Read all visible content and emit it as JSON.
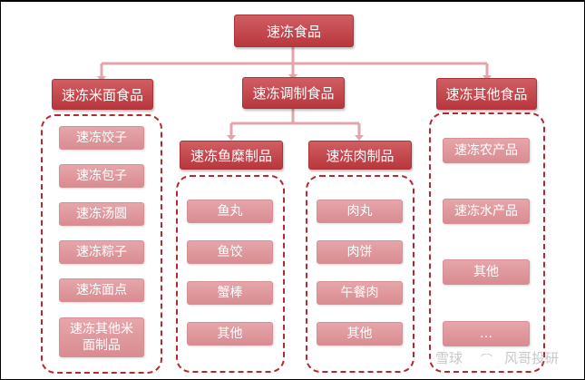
{
  "root": "速冻食品",
  "categories": {
    "rice_noodle": {
      "label": "速冻米面食品",
      "items": [
        "速冻饺子",
        "速冻包子",
        "速冻汤圆",
        "速冻粽子",
        "速冻面点",
        "速冻其他米面制品"
      ]
    },
    "prepared": {
      "label": "速冻调制食品",
      "fish": {
        "label": "速冻鱼糜制品",
        "items": [
          "鱼丸",
          "鱼饺",
          "蟹棒",
          "其他"
        ]
      },
      "meat": {
        "label": "速冻肉制品",
        "items": [
          "肉丸",
          "肉饼",
          "午餐肉",
          "其他"
        ]
      }
    },
    "other": {
      "label": "速冻其他食品",
      "items": [
        "速冻农产品",
        "速冻水产品",
        "其他",
        "…"
      ]
    }
  },
  "watermark": {
    "left": "雪球",
    "right": "风哥投研"
  },
  "colors": {
    "category": "#c0464b",
    "leaf": "#e09a9f",
    "connector": "#e3a5a9",
    "dash_border": "#b52a2f"
  }
}
